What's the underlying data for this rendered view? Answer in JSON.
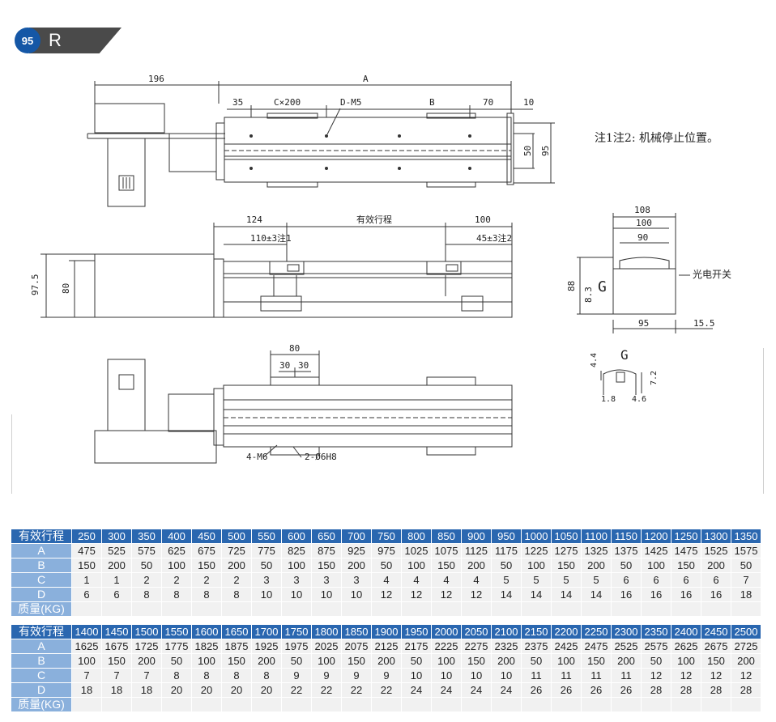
{
  "header": {
    "page_number": "95",
    "letter": "R"
  },
  "drawing": {
    "top_view": {
      "dim_196": "196",
      "dim_A": "A",
      "dim_35": "35",
      "dim_cx200": "C×200",
      "dim_dm5": "D-M5",
      "dim_B": "B",
      "dim_70": "70",
      "dim_10": "10",
      "dim_50": "50",
      "dim_95": "95"
    },
    "side_view": {
      "dim_124": "124",
      "stroke": "有效行程",
      "dim_100": "100",
      "dim_110": "110±3注1",
      "dim_45": "45±3注2",
      "dim_97_5": "97.5",
      "dim_80": "80"
    },
    "bottom_view": {
      "dim_80": "80",
      "dim_30a": "30",
      "dim_30b": "30",
      "m6": "4-M6",
      "h8": "2-Ø6H8"
    },
    "section": {
      "dim_108": "108",
      "dim_100": "100",
      "dim_90": "90",
      "dim_88": "88",
      "dim_8_3": "8.3",
      "G": "G",
      "photo": "光电开关",
      "dim_95": "95",
      "dim_15_5": "15.5"
    },
    "detail_G": {
      "G": "G",
      "dim_4_4": "4.4",
      "dim_7_2": "7.2",
      "dim_1_8": "1.8",
      "dim_4_6": "4.6"
    },
    "note": "注1注2: 机械停止位置。"
  },
  "spec_tables": [
    {
      "labels": [
        "有效行程",
        "A",
        "B",
        "C",
        "D",
        "质量(KG)"
      ],
      "stroke": [
        "250",
        "300",
        "350",
        "400",
        "450",
        "500",
        "550",
        "600",
        "650",
        "700",
        "750",
        "800",
        "850",
        "900",
        "950",
        "1000",
        "1050",
        "1100",
        "1150",
        "1200",
        "1250",
        "1300",
        "1350"
      ],
      "A": [
        "475",
        "525",
        "575",
        "625",
        "675",
        "725",
        "775",
        "825",
        "875",
        "925",
        "975",
        "1025",
        "1075",
        "1125",
        "1175",
        "1225",
        "1275",
        "1325",
        "1375",
        "1425",
        "1475",
        "1525",
        "1575"
      ],
      "B": [
        "150",
        "200",
        "50",
        "100",
        "150",
        "200",
        "50",
        "100",
        "150",
        "200",
        "50",
        "100",
        "150",
        "200",
        "50",
        "100",
        "150",
        "200",
        "50",
        "100",
        "150",
        "200",
        "50"
      ],
      "C": [
        "1",
        "1",
        "2",
        "2",
        "2",
        "2",
        "3",
        "3",
        "3",
        "3",
        "4",
        "4",
        "4",
        "4",
        "5",
        "5",
        "5",
        "5",
        "6",
        "6",
        "6",
        "6",
        "7"
      ],
      "D": [
        "6",
        "6",
        "8",
        "8",
        "8",
        "8",
        "10",
        "10",
        "10",
        "10",
        "12",
        "12",
        "12",
        "12",
        "14",
        "14",
        "14",
        "14",
        "16",
        "16",
        "16",
        "16",
        "18"
      ],
      "weight": [
        "",
        "",
        "",
        "",
        "",
        "",
        "",
        "",
        "",
        "",
        "",
        "",
        "",
        "",
        "",
        "",
        "",
        "",
        "",
        "",
        "",
        "",
        ""
      ]
    },
    {
      "labels": [
        "有效行程",
        "A",
        "B",
        "C",
        "D",
        "质量(KG)"
      ],
      "stroke": [
        "1400",
        "1450",
        "1500",
        "1550",
        "1600",
        "1650",
        "1700",
        "1750",
        "1800",
        "1850",
        "1900",
        "1950",
        "2000",
        "2050",
        "2100",
        "2150",
        "2200",
        "2250",
        "2300",
        "2350",
        "2400",
        "2450",
        "2500"
      ],
      "A": [
        "1625",
        "1675",
        "1725",
        "1775",
        "1825",
        "1875",
        "1925",
        "1975",
        "2025",
        "2075",
        "2125",
        "2175",
        "2225",
        "2275",
        "2325",
        "2375",
        "2425",
        "2475",
        "2525",
        "2575",
        "2625",
        "2675",
        "2725"
      ],
      "B": [
        "100",
        "150",
        "200",
        "50",
        "100",
        "150",
        "200",
        "50",
        "100",
        "150",
        "200",
        "50",
        "100",
        "150",
        "200",
        "50",
        "100",
        "150",
        "200",
        "50",
        "100",
        "150",
        "200"
      ],
      "C": [
        "7",
        "7",
        "7",
        "8",
        "8",
        "8",
        "8",
        "9",
        "9",
        "9",
        "9",
        "10",
        "10",
        "10",
        "10",
        "11",
        "11",
        "11",
        "11",
        "12",
        "12",
        "12",
        "12"
      ],
      "D": [
        "18",
        "18",
        "18",
        "20",
        "20",
        "20",
        "20",
        "22",
        "22",
        "22",
        "22",
        "24",
        "24",
        "24",
        "24",
        "26",
        "26",
        "26",
        "26",
        "28",
        "28",
        "28",
        "28"
      ],
      "weight": [
        "",
        "",
        "",
        "",
        "",
        "",
        "",
        "",
        "",
        "",
        "",
        "",
        "",
        "",
        "",
        "",
        "",
        "",
        "",
        "",
        "",
        "",
        ""
      ]
    }
  ]
}
